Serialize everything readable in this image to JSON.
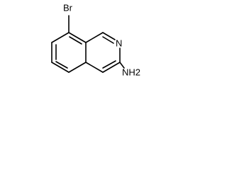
{
  "molecule": {
    "labels": {
      "bromine": "Br",
      "nitrogen": "N",
      "amine": "NH2"
    }
  },
  "colors": {
    "background": "#ffffff",
    "bond": "#000000",
    "text": "#000000"
  }
}
